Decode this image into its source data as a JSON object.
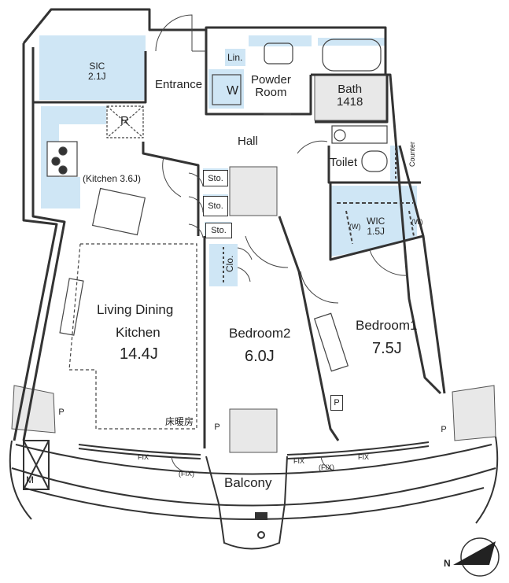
{
  "rooms": {
    "sic": {
      "name": "SIC",
      "size": "2.1J"
    },
    "entrance": "Entrance",
    "linen": "Lin.",
    "washer": "W",
    "powder_room": [
      "Powder",
      "Room"
    ],
    "bath": {
      "name": "Bath",
      "size": "1418"
    },
    "refrigerator": "R",
    "hall": "Hall",
    "toilet": "Toilet",
    "counter": "Counter",
    "kitchen": "(Kitchen 3.6J)",
    "storage": [
      "Sto.",
      "Sto.",
      "Sto."
    ],
    "wic": {
      "name": "WIC",
      "size": "1.5J",
      "w_left": "(W)",
      "w_right": "(W)"
    },
    "closet": "Clo.",
    "ldk": {
      "name_line1": "Living Dining",
      "name_line2": "Kitchen",
      "size": "14.4J"
    },
    "floor_heating": "床暖房",
    "bedroom2": {
      "name": "Bedroom2",
      "size": "6.0J"
    },
    "bedroom1": {
      "name": "Bedroom1",
      "size": "7.5J"
    },
    "pipe_spaces": [
      "P",
      "P",
      "P",
      "P"
    ],
    "meter": "M",
    "balcony": "Balcony",
    "fix_labels": [
      "FIX",
      "(FIX)",
      "FIX",
      "(FIX)",
      "FIX"
    ],
    "compass": "N"
  },
  "colors": {
    "wall": "#333333",
    "storage_fill": "#cfe6f5",
    "service_fill": "#e8e8e8",
    "line": "#444444"
  }
}
